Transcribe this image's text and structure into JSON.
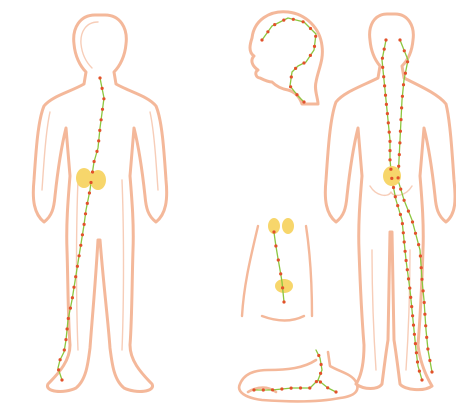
{
  "colors": {
    "background": "#ffffff",
    "body_outline": "#f4b89a",
    "meridian_line": "#8cc63f",
    "acupoint": "#e2512a",
    "organ": "#f7d66b"
  },
  "figures": [
    "front-body",
    "head-side",
    "back-body",
    "abdomen-detail",
    "foot-detail"
  ],
  "legend": "",
  "icons": [
    "body-outline-icon",
    "acupoint-dot-icon",
    "organ-kidney-icon"
  ]
}
